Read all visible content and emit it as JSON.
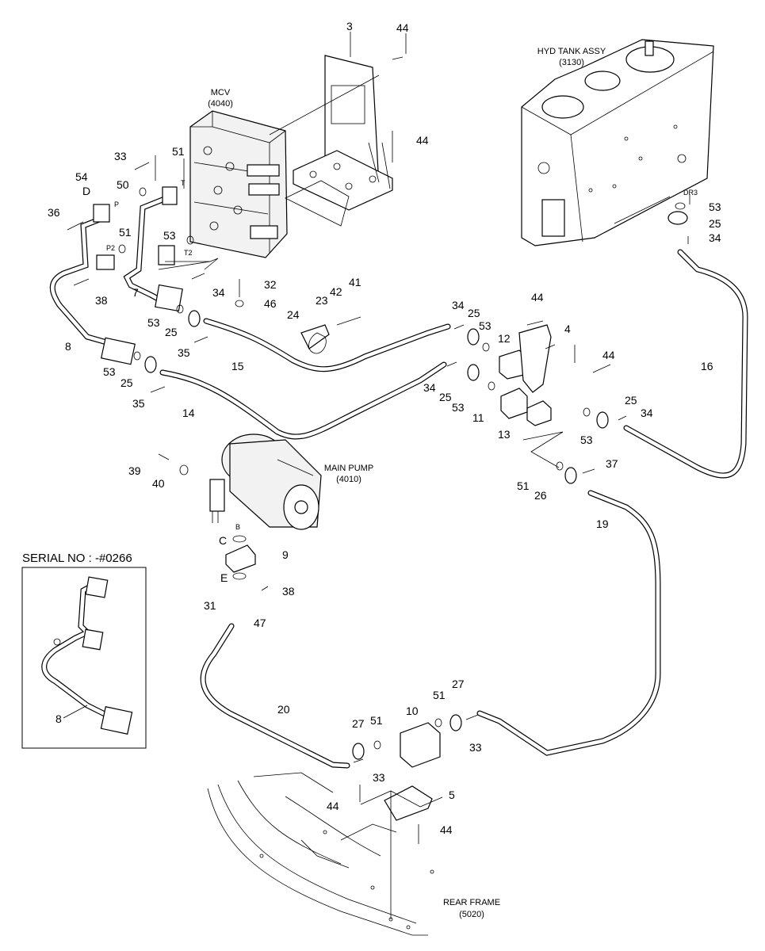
{
  "assemblies": {
    "mcv": {
      "name": "MCV",
      "code": "(4040)"
    },
    "hyd_tank": {
      "name": "HYD TANK ASSY",
      "code": "(3130)"
    },
    "main_pump": {
      "name": "MAIN PUMP",
      "code": "(4010)"
    },
    "rear_frame": {
      "name": "REAR FRAME",
      "code": "(5020)"
    }
  },
  "inset": {
    "title": "SERIAL NO : -#0266",
    "part": "8"
  },
  "port_labels": {
    "p": "P",
    "p2": "P2",
    "t": "T",
    "t2": "T2",
    "b": "B",
    "dr3": "DR3"
  },
  "letters": {
    "c": "C",
    "d": "D",
    "e": "E"
  },
  "callouts": {
    "c3": "3",
    "c44_top": "44",
    "c44_bracket": "44",
    "c51_mcv": "51",
    "c33_top": "33",
    "c54": "54",
    "c50": "50",
    "c36": "36",
    "c51_p2": "51",
    "c53_mcv": "53",
    "c38_top": "38",
    "c7": "7",
    "c34_mcv": "34",
    "c32": "32",
    "c46": "46",
    "c53_left": "53",
    "c25_left": "25",
    "c8": "8",
    "c35_a": "35",
    "c53_b": "53",
    "c25_b": "25",
    "c35_b": "35",
    "c14": "14",
    "c15": "15",
    "c24": "24",
    "c23": "23",
    "c42": "42",
    "c41": "41",
    "c34_mid": "34",
    "c25_mid": "25",
    "c53_mid": "53",
    "c12": "12",
    "c44_mid": "44",
    "c4": "4",
    "c44_right": "44",
    "c34_mid2": "34",
    "c25_mid2": "25",
    "c53_mid2": "53",
    "c11": "11",
    "c13": "13",
    "c53_tank": "53",
    "c25_tank": "25",
    "c34_tank": "34",
    "c16": "16",
    "c25_right": "25",
    "c34_right": "34",
    "c53_right": "53",
    "c37": "37",
    "c51_right": "51",
    "c26": "26",
    "c19": "19",
    "c39": "39",
    "c40": "40",
    "c9": "9",
    "c38_pump": "38",
    "c31": "31",
    "c47": "47",
    "c20": "20",
    "c27_a": "27",
    "c51_a": "51",
    "c10": "10",
    "c51_b": "51",
    "c27_b": "27",
    "c33_a": "33",
    "c33_b": "33",
    "c5": "5",
    "c44_b1": "44",
    "c44_b2": "44"
  }
}
